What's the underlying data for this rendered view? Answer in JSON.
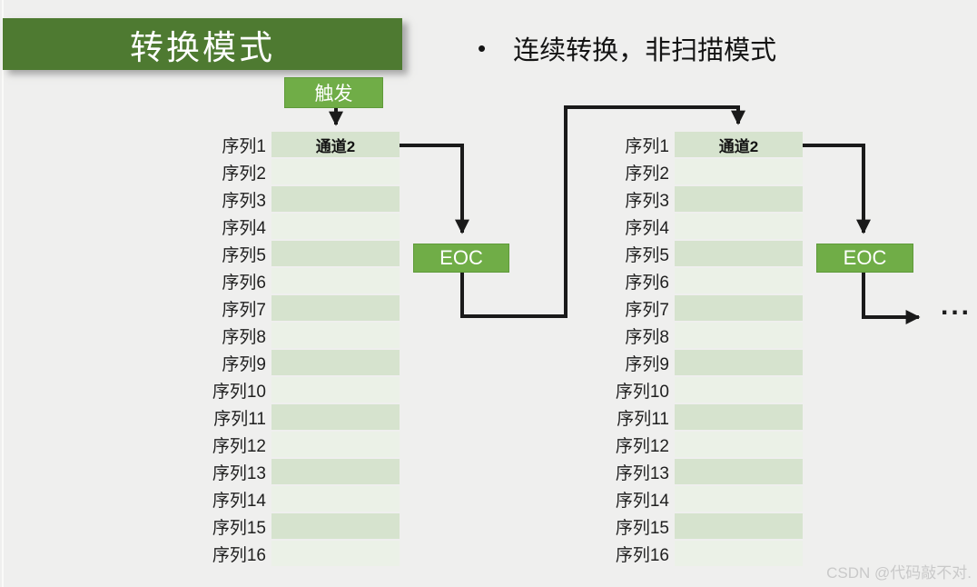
{
  "slide": {
    "title": "转换模式",
    "bullet_marker": "•",
    "bullet_text": "连续转换，非扫描模式",
    "watermark": "CSDN @代码敲不对."
  },
  "diagram": {
    "trigger_label": "触发",
    "eoc_label": "EOC",
    "ellipsis": "...",
    "rows": [
      {
        "label": "序列1",
        "value": "通道2"
      },
      {
        "label": "序列2",
        "value": ""
      },
      {
        "label": "序列3",
        "value": ""
      },
      {
        "label": "序列4",
        "value": ""
      },
      {
        "label": "序列5",
        "value": ""
      },
      {
        "label": "序列6",
        "value": ""
      },
      {
        "label": "序列7",
        "value": ""
      },
      {
        "label": "序列8",
        "value": ""
      },
      {
        "label": "序列9",
        "value": ""
      },
      {
        "label": "序列10",
        "value": ""
      },
      {
        "label": "序列11",
        "value": ""
      },
      {
        "label": "序列12",
        "value": ""
      },
      {
        "label": "序列13",
        "value": ""
      },
      {
        "label": "序列14",
        "value": ""
      },
      {
        "label": "序列15",
        "value": ""
      },
      {
        "label": "序列16",
        "value": ""
      }
    ]
  },
  "colors": {
    "background": "#efefee",
    "title_bar_green": "#4e7a31",
    "accent_green": "#70ad47",
    "row_dark": "#d6e3ce",
    "row_light": "#ebf1e7",
    "arrow_black": "#1a1a1a",
    "watermark_gray": "#c9c9c9"
  }
}
